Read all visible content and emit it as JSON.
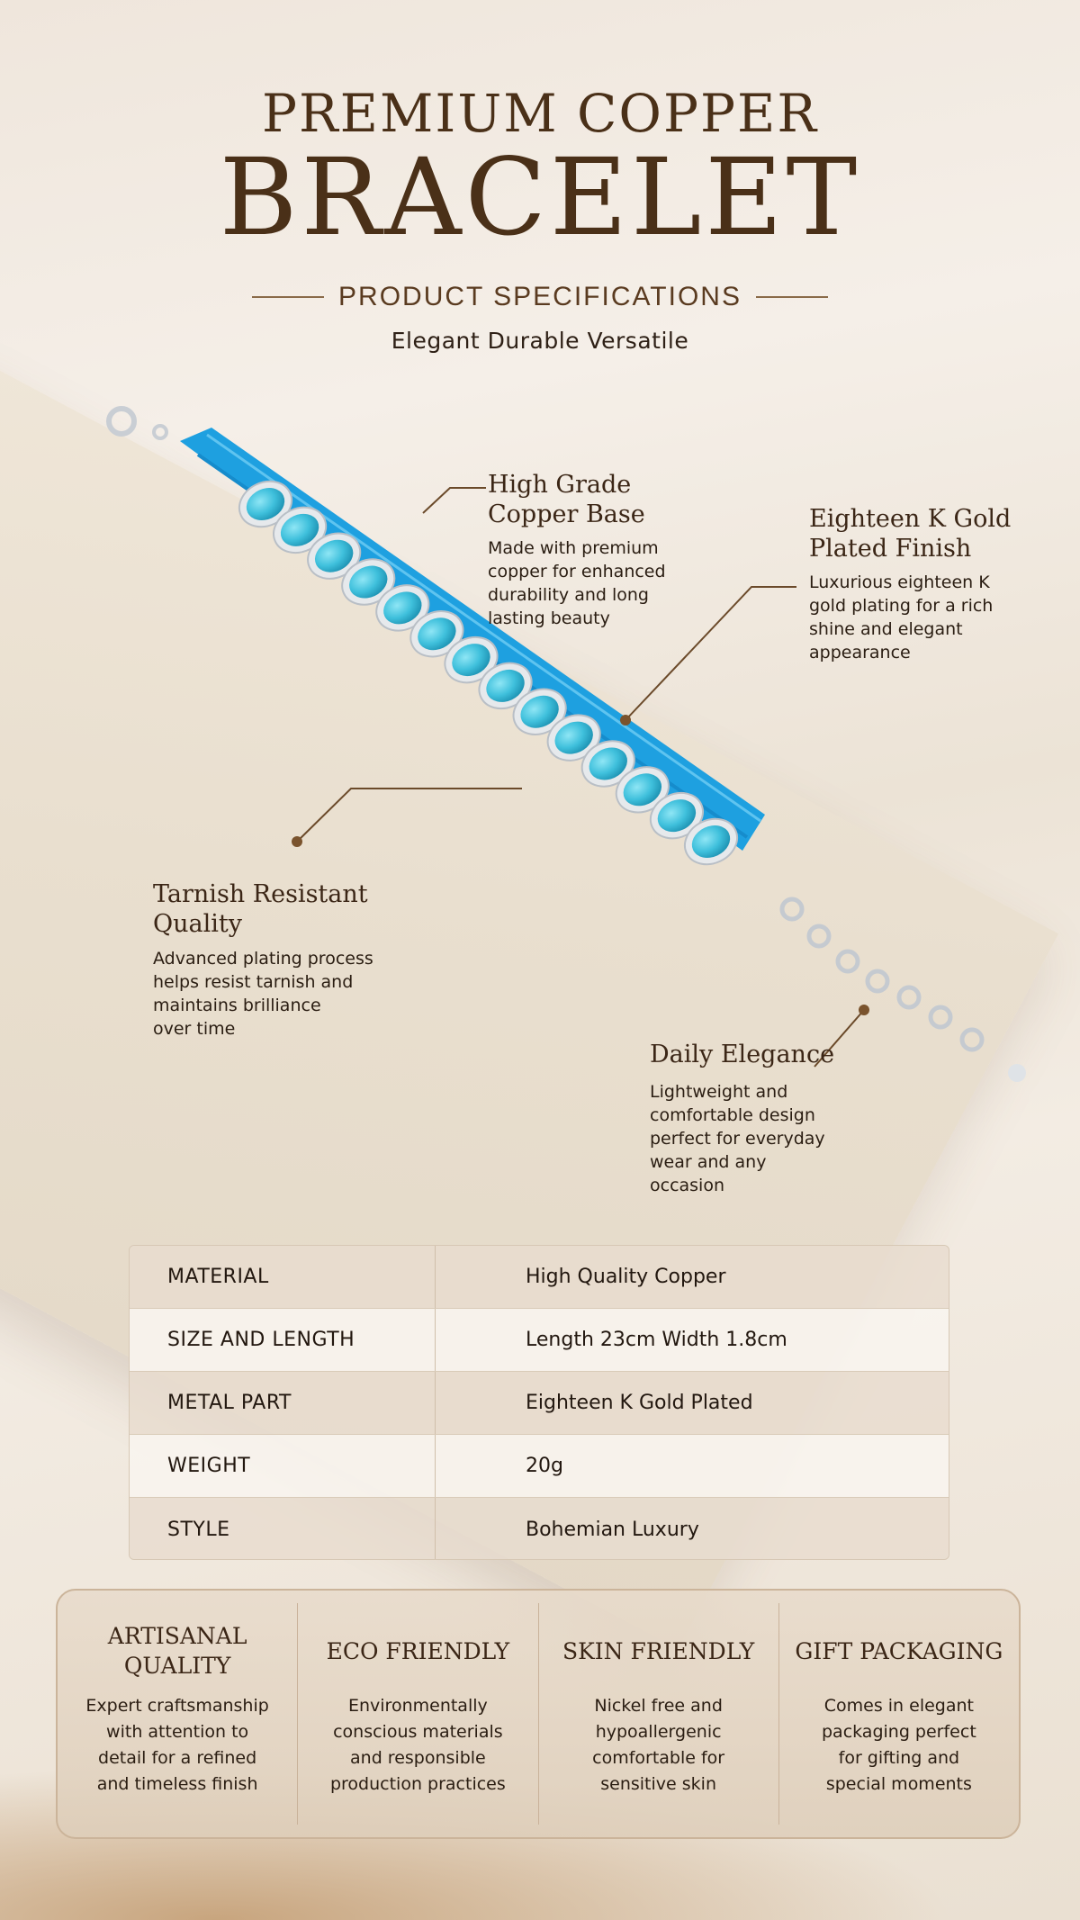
{
  "header": {
    "title_line1": "PREMIUM COPPER",
    "title_line2": "BRACELET",
    "subtitle": "PRODUCT SPECIFICATIONS",
    "tagline": "Elegant Durable Versatile"
  },
  "callouts": [
    {
      "title": "High Grade\nCopper Base",
      "body": "Made with premium\ncopper for enhanced\ndurability and long\n lasting beauty"
    },
    {
      "title": "Eighteen K Gold\nPlated Finish",
      "body": "Luxurious eighteen K\ngold plating for a rich\nshine and elegant\nappearance"
    },
    {
      "title": "Tarnish Resistant\nQuality",
      "body": "Advanced plating process\nhelps resist tarnish and\nmaintains brilliance\nover time"
    },
    {
      "title": "Daily Elegance",
      "body": "Lightweight and\ncomfortable design\nperfect for everyday\nwear and any\noccasion"
    }
  ],
  "specs": [
    {
      "key": "MATERIAL",
      "value": "High Quality Copper"
    },
    {
      "key": "SIZE AND LENGTH",
      "value": "Length 23cm Width 1.8cm"
    },
    {
      "key": "METAL PART",
      "value": "Eighteen K Gold Plated"
    },
    {
      "key": "WEIGHT",
      "value": "20g"
    },
    {
      "key": "STYLE",
      "value": "Bohemian Luxury"
    }
  ],
  "features": [
    {
      "title": "ARTISANAL\nQUALITY",
      "body": "Expert craftsmanship\nwith attention to\ndetail for a refined\nand timeless finish"
    },
    {
      "title": "ECO FRIENDLY",
      "body": "Environmentally\nconscious materials\nand responsible\nproduction practices"
    },
    {
      "title": "SKIN FRIENDLY",
      "body": "Nickel free and\nhypoallergenic\ncomfortable for\nsensitive skin"
    },
    {
      "title": "GIFT PACKAGING",
      "body": "Comes in elegant\npackaging perfect\nfor gifting and\nspecial moments"
    }
  ],
  "colors": {
    "accent_brown": "#4a3018",
    "turquoise": "#3fb7d6",
    "cord_blue": "#1ea0e0",
    "silver": "#d7dbe0"
  }
}
